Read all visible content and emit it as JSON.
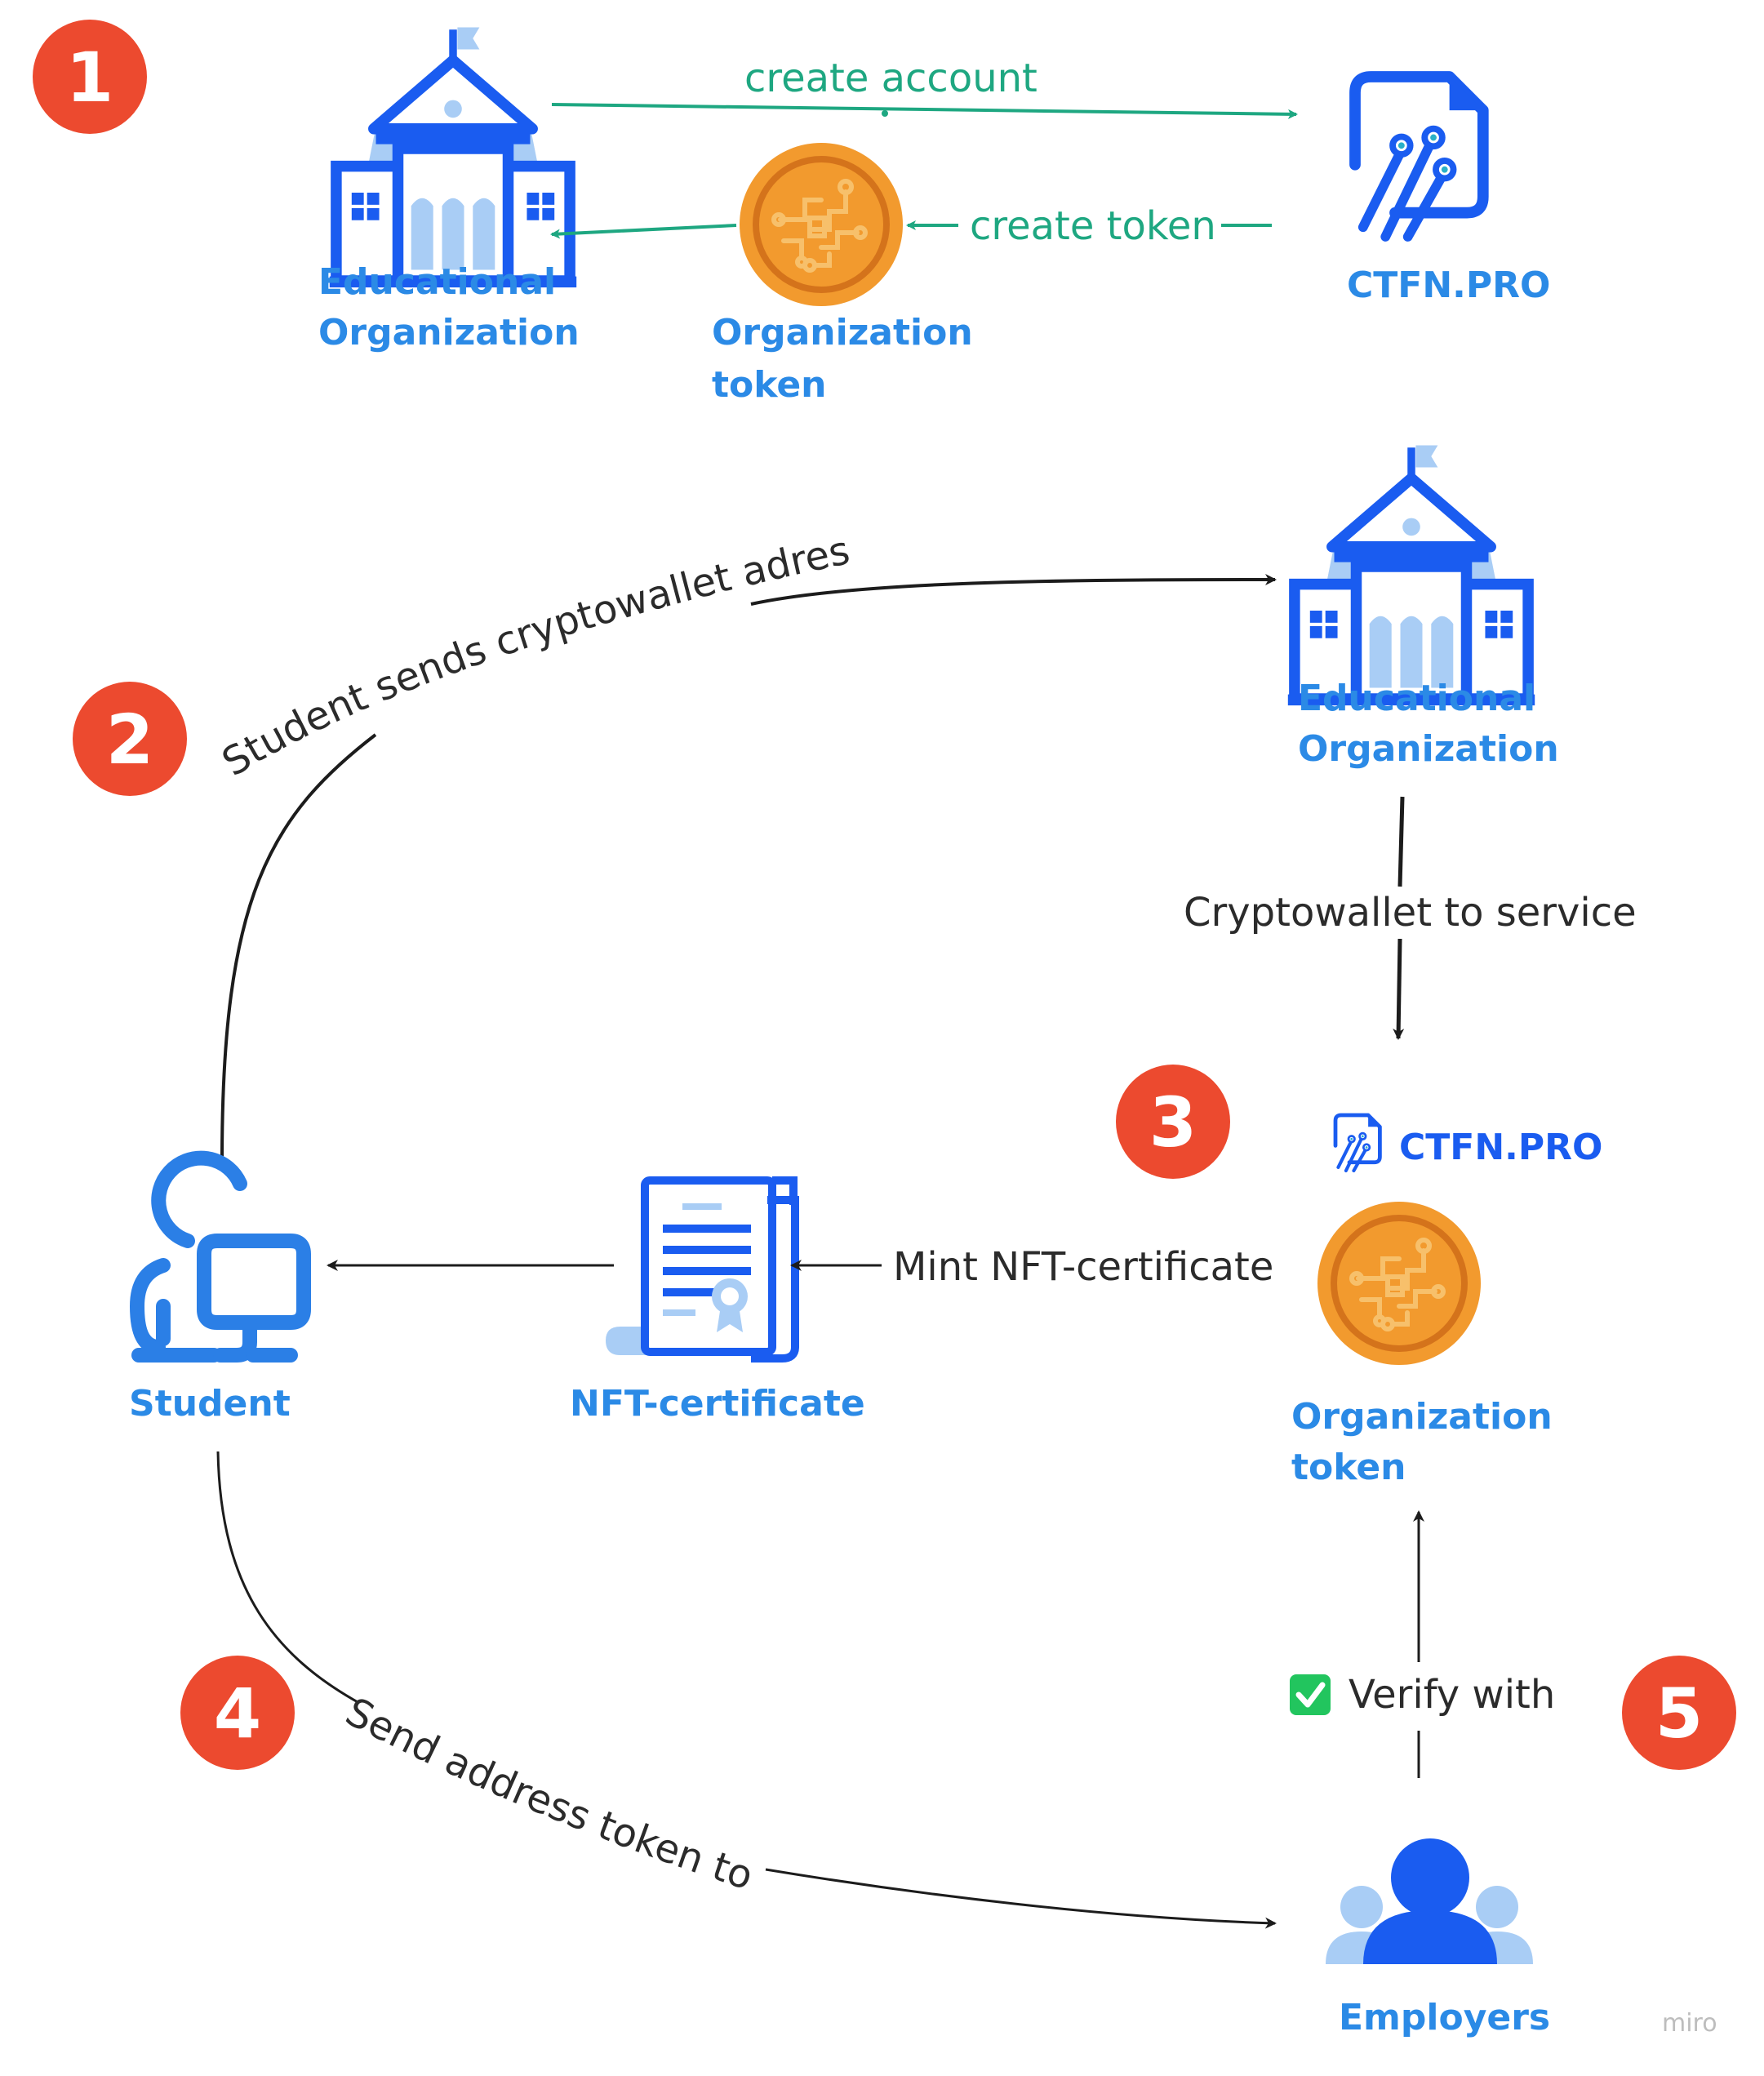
{
  "steps": [
    "1",
    "2",
    "3",
    "4",
    "5"
  ],
  "nodes": {
    "edu_org_top": {
      "line1": "Educational",
      "line2": "Organization"
    },
    "org_token_top": {
      "line1": "Organization",
      "line2": "token"
    },
    "ctfn_top": {
      "label": "CTFN.PRO"
    },
    "edu_org_mid": {
      "line1": "Educational",
      "line2": "Organization"
    },
    "ctfn_small": {
      "label": "CTFN.PRO"
    },
    "org_token_mid": {
      "line1": "Organization",
      "line2": "token"
    },
    "student": {
      "label": "Student"
    },
    "nft_certificate": {
      "label": "NFT-certificate"
    },
    "employers": {
      "label": "Employers"
    }
  },
  "edges": {
    "create_account": "create account",
    "create_token": "create token",
    "student_sends": "Student sends cryptowallet adress",
    "cryptowallet_to_service": "Cryptowallet to service",
    "mint_nft": "Mint NFT-certificate",
    "send_address": "Send address token to",
    "verify_with": "Verify with"
  },
  "watermark": "miro",
  "colors": {
    "badge": "#ec4a2f",
    "primary_blue": "#1a5cf0",
    "label_blue": "#2b8ae6",
    "light_blue": "#a9cdf5",
    "green": "#1ea781",
    "token_orange": "#f29a2e",
    "check_green": "#22c55e"
  }
}
